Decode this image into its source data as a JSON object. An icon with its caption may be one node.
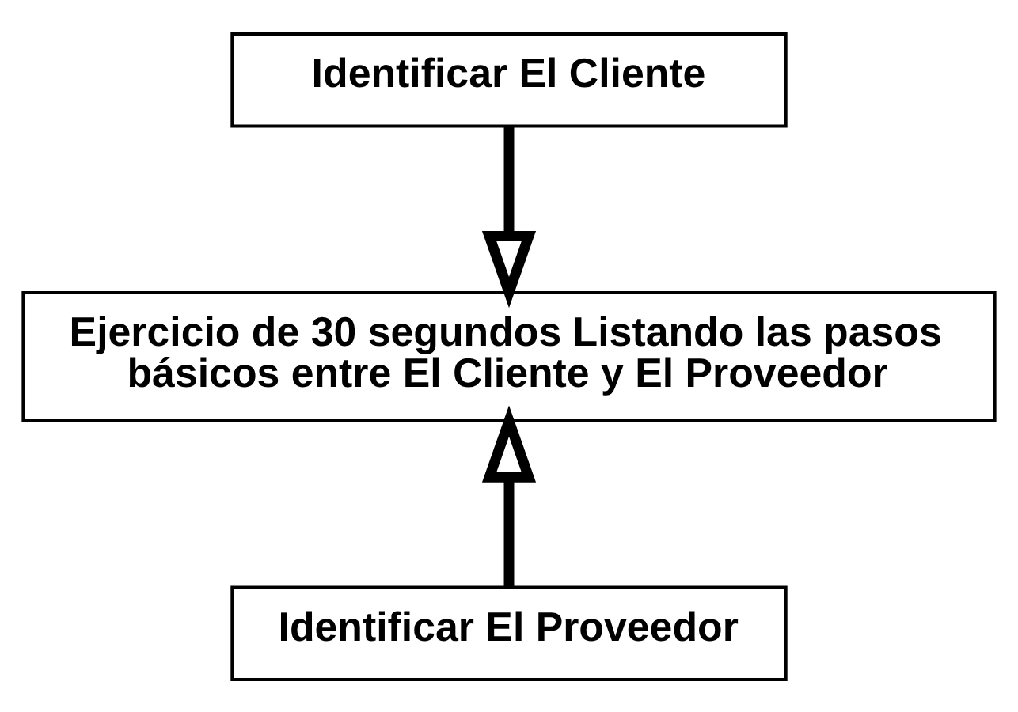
{
  "diagram": {
    "nodes": [
      {
        "text": [
          "Identificar El Cliente"
        ]
      },
      {
        "text": [
          "Ejercicio de 30 segundos Listando las pasos básicos entre El Cliente y El Proveedor"
        ]
      },
      {
        "text": [
          "Identificar El Proveedor"
        ]
      }
    ],
    "edges": [
      {
        "from": 0,
        "to": 1,
        "arrow": "to"
      },
      {
        "from": 2,
        "to": 1,
        "arrow": "to"
      }
    ]
  }
}
